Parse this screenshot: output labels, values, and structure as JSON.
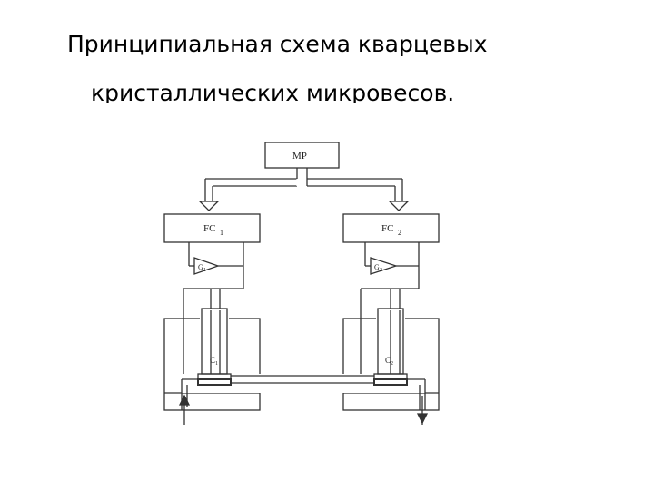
{
  "slide": {
    "title_line1": "Принципиальная схема кварцевых",
    "title_line2": "кристаллических микровесов."
  },
  "diagram": {
    "mp_label": "MP",
    "fc1_label": "FC",
    "fc1_sub": "1",
    "fc2_label": "FC",
    "fc2_sub": "2",
    "amp1_label": "G",
    "amp1_sub": "1",
    "amp2_label": "G",
    "amp2_sub": "2",
    "crystal1_label": "C",
    "crystal1_sub": "1",
    "crystal2_label": "C",
    "crystal2_sub": "2"
  }
}
